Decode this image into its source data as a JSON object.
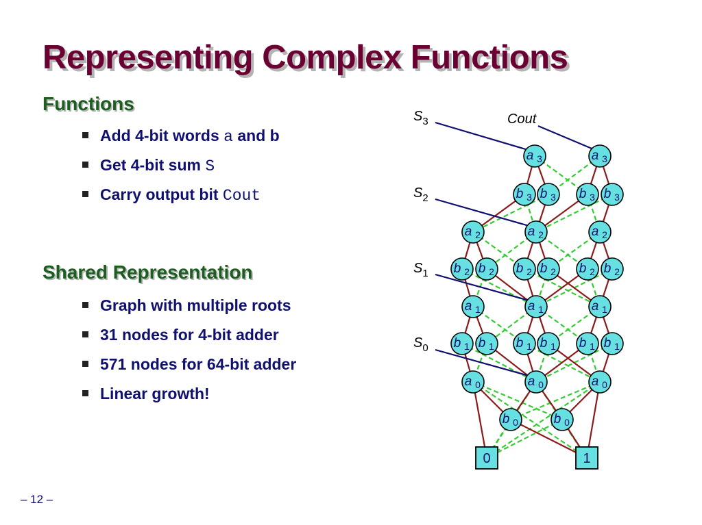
{
  "slide": {
    "title": "Representing Complex Functions",
    "section1": {
      "heading": "Functions",
      "bullets": [
        {
          "text": "Add 4-bit words ",
          "code": "a",
          "suffix": " and b"
        },
        {
          "text": "Get 4-bit sum ",
          "code": "S",
          "suffix": ""
        },
        {
          "text": "Carry output bit ",
          "code": "Cout",
          "suffix": ""
        }
      ]
    },
    "section2": {
      "heading": "Shared Representation",
      "bullets": [
        {
          "text": "Graph with multiple roots"
        },
        {
          "text": "31 nodes for 4-bit adder"
        },
        {
          "text": "571 nodes for 64-bit adder"
        },
        {
          "text": "Linear growth!"
        }
      ]
    },
    "footer": "– 12 –"
  },
  "diagram": {
    "colors": {
      "node_fill": "#66e0e0",
      "text": "#10106e",
      "hi_edge": "#8b1a1a",
      "lo_edge": "#33cc33",
      "root_line": "#10106e"
    },
    "roots": [
      {
        "id": "S3",
        "label": "S",
        "sub": "3",
        "target": "a3L"
      },
      {
        "id": "Cout",
        "label": "Cout",
        "sub": "",
        "target": "a3R"
      },
      {
        "id": "S2",
        "label": "S",
        "sub": "2",
        "target": "a2M"
      },
      {
        "id": "S1",
        "label": "S",
        "sub": "1",
        "target": "a1M"
      },
      {
        "id": "S0",
        "label": "S",
        "sub": "0",
        "target": "a0M"
      }
    ],
    "nodes": [
      {
        "id": "a3L",
        "var": "a",
        "sub": "3"
      },
      {
        "id": "a3R",
        "var": "a",
        "sub": "3"
      },
      {
        "id": "b3_1",
        "var": "b",
        "sub": "3"
      },
      {
        "id": "b3_2",
        "var": "b",
        "sub": "3"
      },
      {
        "id": "b3_3",
        "var": "b",
        "sub": "3"
      },
      {
        "id": "b3_4",
        "var": "b",
        "sub": "3"
      },
      {
        "id": "a2L",
        "var": "a",
        "sub": "2"
      },
      {
        "id": "a2M",
        "var": "a",
        "sub": "2"
      },
      {
        "id": "a2R",
        "var": "a",
        "sub": "2"
      },
      {
        "id": "b2_1",
        "var": "b",
        "sub": "2"
      },
      {
        "id": "b2_2",
        "var": "b",
        "sub": "2"
      },
      {
        "id": "b2_3",
        "var": "b",
        "sub": "2"
      },
      {
        "id": "b2_4",
        "var": "b",
        "sub": "2"
      },
      {
        "id": "b2_5",
        "var": "b",
        "sub": "2"
      },
      {
        "id": "b2_6",
        "var": "b",
        "sub": "2"
      },
      {
        "id": "a1L",
        "var": "a",
        "sub": "1"
      },
      {
        "id": "a1M",
        "var": "a",
        "sub": "1"
      },
      {
        "id": "a1R",
        "var": "a",
        "sub": "1"
      },
      {
        "id": "b1_1",
        "var": "b",
        "sub": "1"
      },
      {
        "id": "b1_2",
        "var": "b",
        "sub": "1"
      },
      {
        "id": "b1_3",
        "var": "b",
        "sub": "1"
      },
      {
        "id": "b1_4",
        "var": "b",
        "sub": "1"
      },
      {
        "id": "b1_5",
        "var": "b",
        "sub": "1"
      },
      {
        "id": "b1_6",
        "var": "b",
        "sub": "1"
      },
      {
        "id": "a0L",
        "var": "a",
        "sub": "0"
      },
      {
        "id": "a0M",
        "var": "a",
        "sub": "0"
      },
      {
        "id": "a0R",
        "var": "a",
        "sub": "0"
      },
      {
        "id": "b0L",
        "var": "b",
        "sub": "0"
      },
      {
        "id": "b0R",
        "var": "b",
        "sub": "0"
      }
    ],
    "terminals": [
      {
        "id": "T0",
        "label": "0"
      },
      {
        "id": "T1",
        "label": "1"
      }
    ],
    "hi_edges": [
      [
        "a3L",
        "b3_1"
      ],
      [
        "a3L",
        "b3_2"
      ],
      [
        "a3R",
        "b3_3"
      ],
      [
        "a3R",
        "b3_4"
      ],
      [
        "b3_1",
        "a2L"
      ],
      [
        "b3_2",
        "a2M"
      ],
      [
        "b3_3",
        "a2M"
      ],
      [
        "b3_4",
        "a2R"
      ],
      [
        "a2L",
        "b2_1"
      ],
      [
        "a2L",
        "b2_2"
      ],
      [
        "a2M",
        "b2_3"
      ],
      [
        "a2M",
        "b2_4"
      ],
      [
        "a2R",
        "b2_5"
      ],
      [
        "a2R",
        "b2_6"
      ],
      [
        "b2_1",
        "a1L"
      ],
      [
        "b2_2",
        "a1M"
      ],
      [
        "b2_3",
        "a1M"
      ],
      [
        "b2_4",
        "a1R"
      ],
      [
        "b2_5",
        "a1M"
      ],
      [
        "b2_6",
        "a1R"
      ],
      [
        "a1L",
        "b1_1"
      ],
      [
        "a1L",
        "b1_2"
      ],
      [
        "a1M",
        "b1_3"
      ],
      [
        "a1M",
        "b1_4"
      ],
      [
        "a1R",
        "b1_5"
      ],
      [
        "a1R",
        "b1_6"
      ],
      [
        "b1_1",
        "a0L"
      ],
      [
        "b1_2",
        "a0M"
      ],
      [
        "b1_3",
        "a0M"
      ],
      [
        "b1_4",
        "a0R"
      ],
      [
        "b1_5",
        "a0M"
      ],
      [
        "b1_6",
        "a0R"
      ],
      [
        "a0L",
        "T0"
      ],
      [
        "a0L",
        "b0L"
      ],
      [
        "a0M",
        "b0L"
      ],
      [
        "a0M",
        "b0R"
      ],
      [
        "a0R",
        "b0R"
      ],
      [
        "a0R",
        "T1"
      ],
      [
        "b0L",
        "T1"
      ],
      [
        "b0R",
        "T1"
      ]
    ],
    "lo_edges": [
      [
        "a3L",
        "b3_3"
      ],
      [
        "a3R",
        "b3_2"
      ],
      [
        "b3_1",
        "a2M"
      ],
      [
        "b3_2",
        "a2L"
      ],
      [
        "b3_3",
        "a2R"
      ],
      [
        "b3_4",
        "a2M"
      ],
      [
        "a2L",
        "b2_3"
      ],
      [
        "a2M",
        "b2_2"
      ],
      [
        "a2M",
        "b2_5"
      ],
      [
        "a2R",
        "b2_4"
      ],
      [
        "b2_1",
        "a1M"
      ],
      [
        "b2_2",
        "a1L"
      ],
      [
        "b2_3",
        "a1R"
      ],
      [
        "b2_4",
        "a1M"
      ],
      [
        "b2_5",
        "a1R"
      ],
      [
        "b2_6",
        "a1M"
      ],
      [
        "a1L",
        "b1_3"
      ],
      [
        "a1M",
        "b1_2"
      ],
      [
        "a1M",
        "b1_5"
      ],
      [
        "a1R",
        "b1_4"
      ],
      [
        "b1_1",
        "a0M"
      ],
      [
        "b1_2",
        "a0L"
      ],
      [
        "b1_3",
        "a0R"
      ],
      [
        "b1_4",
        "a0M"
      ],
      [
        "b1_5",
        "a0R"
      ],
      [
        "b1_6",
        "a0M"
      ],
      [
        "a0L",
        "T1"
      ],
      [
        "a0L",
        "b0R"
      ],
      [
        "a0M",
        "T0"
      ],
      [
        "a0M",
        "T1"
      ],
      [
        "a0R",
        "b0L"
      ],
      [
        "a0R",
        "T0"
      ],
      [
        "b0L",
        "T0"
      ],
      [
        "b0R",
        "T0"
      ]
    ]
  }
}
